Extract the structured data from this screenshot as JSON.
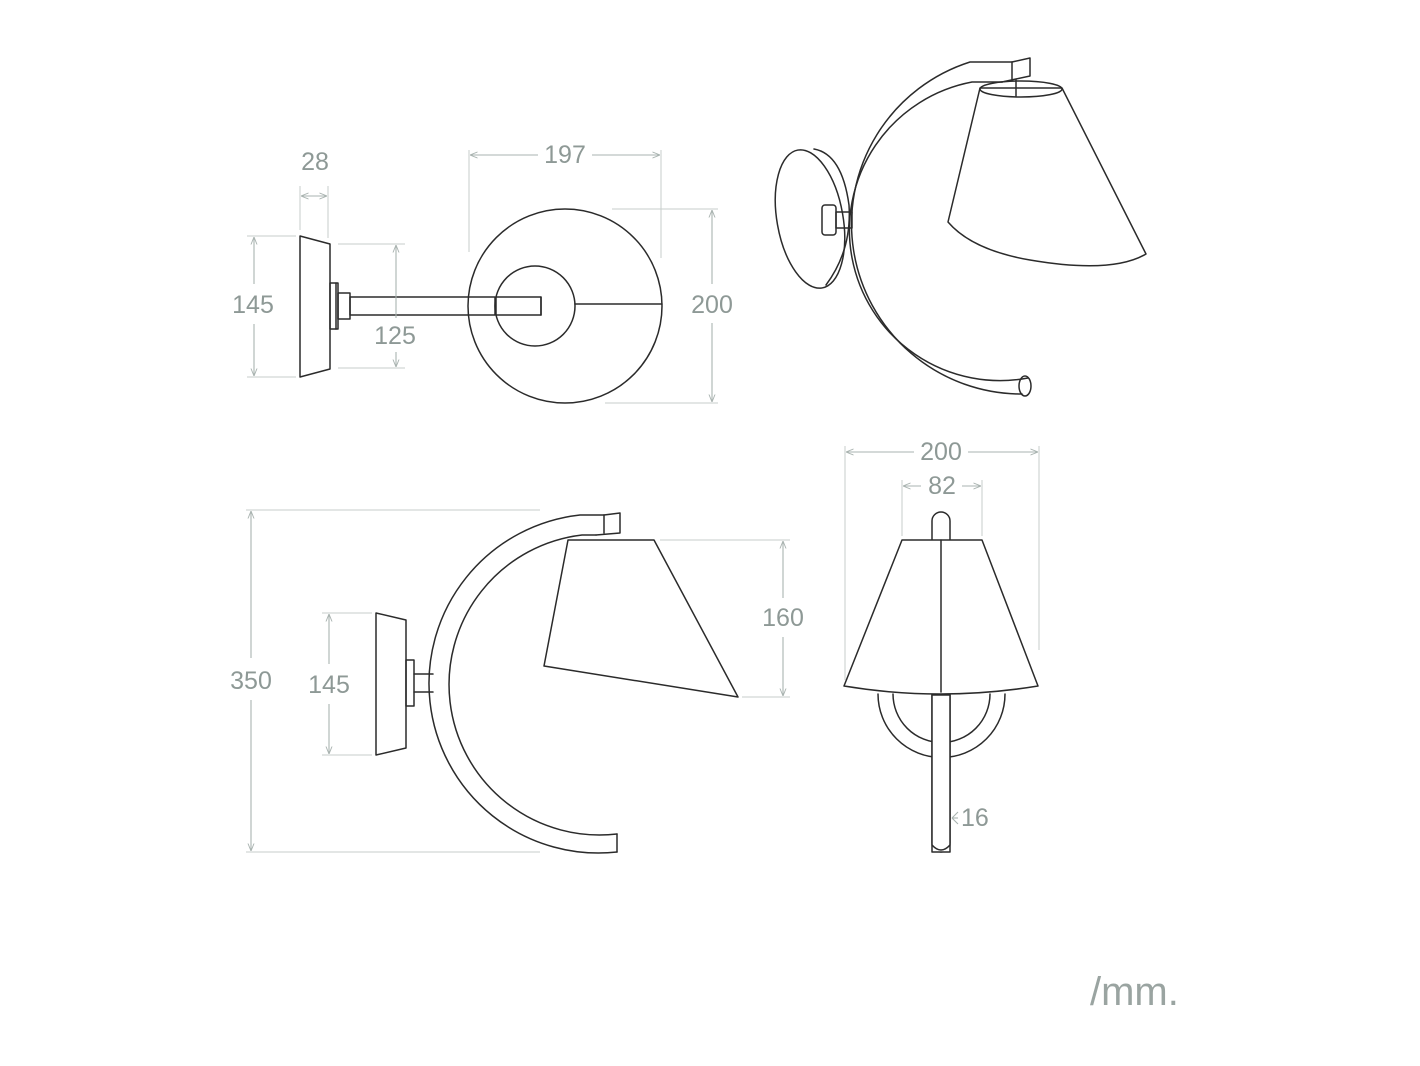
{
  "views": {
    "side": {
      "depth_label": "28",
      "height_label": "145",
      "arm_label": "125"
    },
    "front": {
      "projection_label": "197",
      "diameter_label": "200"
    },
    "elevation": {
      "total_height_label": "350",
      "backplate_label": "145",
      "shade_height_label": "160"
    },
    "back": {
      "width_label": "200",
      "shade_top_label": "82",
      "rod_label": "16"
    }
  },
  "unit_label": "/mm.",
  "colors": {
    "line": "#2b2b2b",
    "dimension": "#a9b3b0",
    "text": "#8e9996"
  }
}
